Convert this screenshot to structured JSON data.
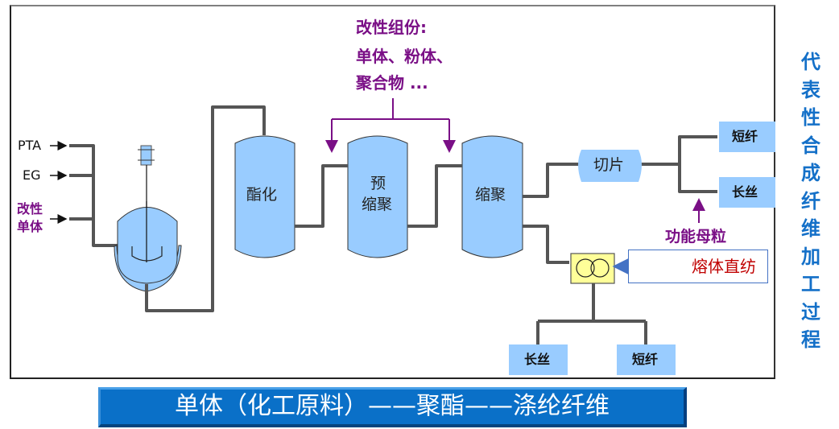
{
  "feeds": {
    "pta": "PTA",
    "eg": "EG",
    "modifier_monomer_line1": "改性",
    "modifier_monomer_line2": "单体"
  },
  "modifier_components": {
    "line1": "改性组份:",
    "line2": "单体、粉体、",
    "line3": "聚合物 ..."
  },
  "vessels": {
    "esterification": "酯化",
    "prepolycondensation_line1": "预",
    "prepolycondensation_line2": "缩聚",
    "polycondensation": "缩聚"
  },
  "chips": "切片",
  "products": {
    "chip_staple": "短纤",
    "chip_filament": "长丝",
    "melt_filament": "长丝",
    "melt_staple": "短纤"
  },
  "functional_masterbatch": "功能母粒",
  "melt_direct_spinning": "熔体直纺",
  "side_title": "代表性合成纤维加工过程",
  "banner": "单体（化工原料）——聚酯——涤纶纤维",
  "colors": {
    "vessel_fill": "#99ccff",
    "pipe": "#555555",
    "purple_accent": "#7a0f86",
    "title_blue": "#1470c8",
    "banner_blue": "#0a70c8",
    "melt_text_red": "#c00000",
    "pump_fill": "#ffff99"
  }
}
